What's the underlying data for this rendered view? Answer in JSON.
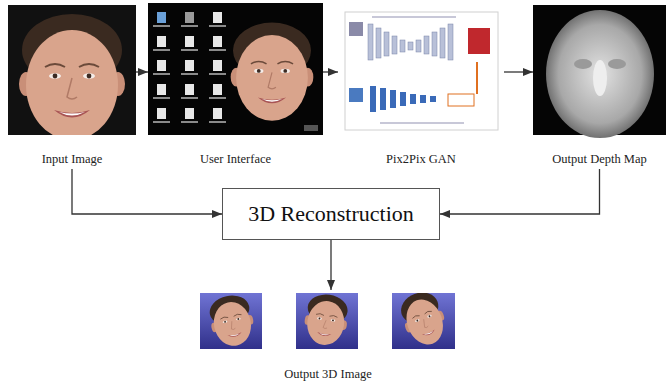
{
  "diagram": {
    "nodes": [
      {
        "text": [
          "Input Image"
        ]
      },
      {
        "text": [
          "User Interface"
        ]
      },
      {
        "text": [
          "Pix2Pix GAN"
        ]
      },
      {
        "text": [
          "Output Depth Map"
        ]
      },
      {
        "text": [
          "3D Reconstruction"
        ]
      },
      {
        "text": [
          "Output 3D Image"
        ]
      }
    ],
    "edges": [
      {
        "from": 0,
        "to": 1,
        "arrow": "to"
      },
      {
        "from": 1,
        "to": 2,
        "arrow": "to"
      },
      {
        "from": 2,
        "to": 3,
        "arrow": "to"
      },
      {
        "from": 0,
        "to": 4,
        "arrow": "to"
      },
      {
        "from": 3,
        "to": 4,
        "arrow": "to"
      },
      {
        "from": 4,
        "to": 5,
        "arrow": "to"
      }
    ]
  }
}
